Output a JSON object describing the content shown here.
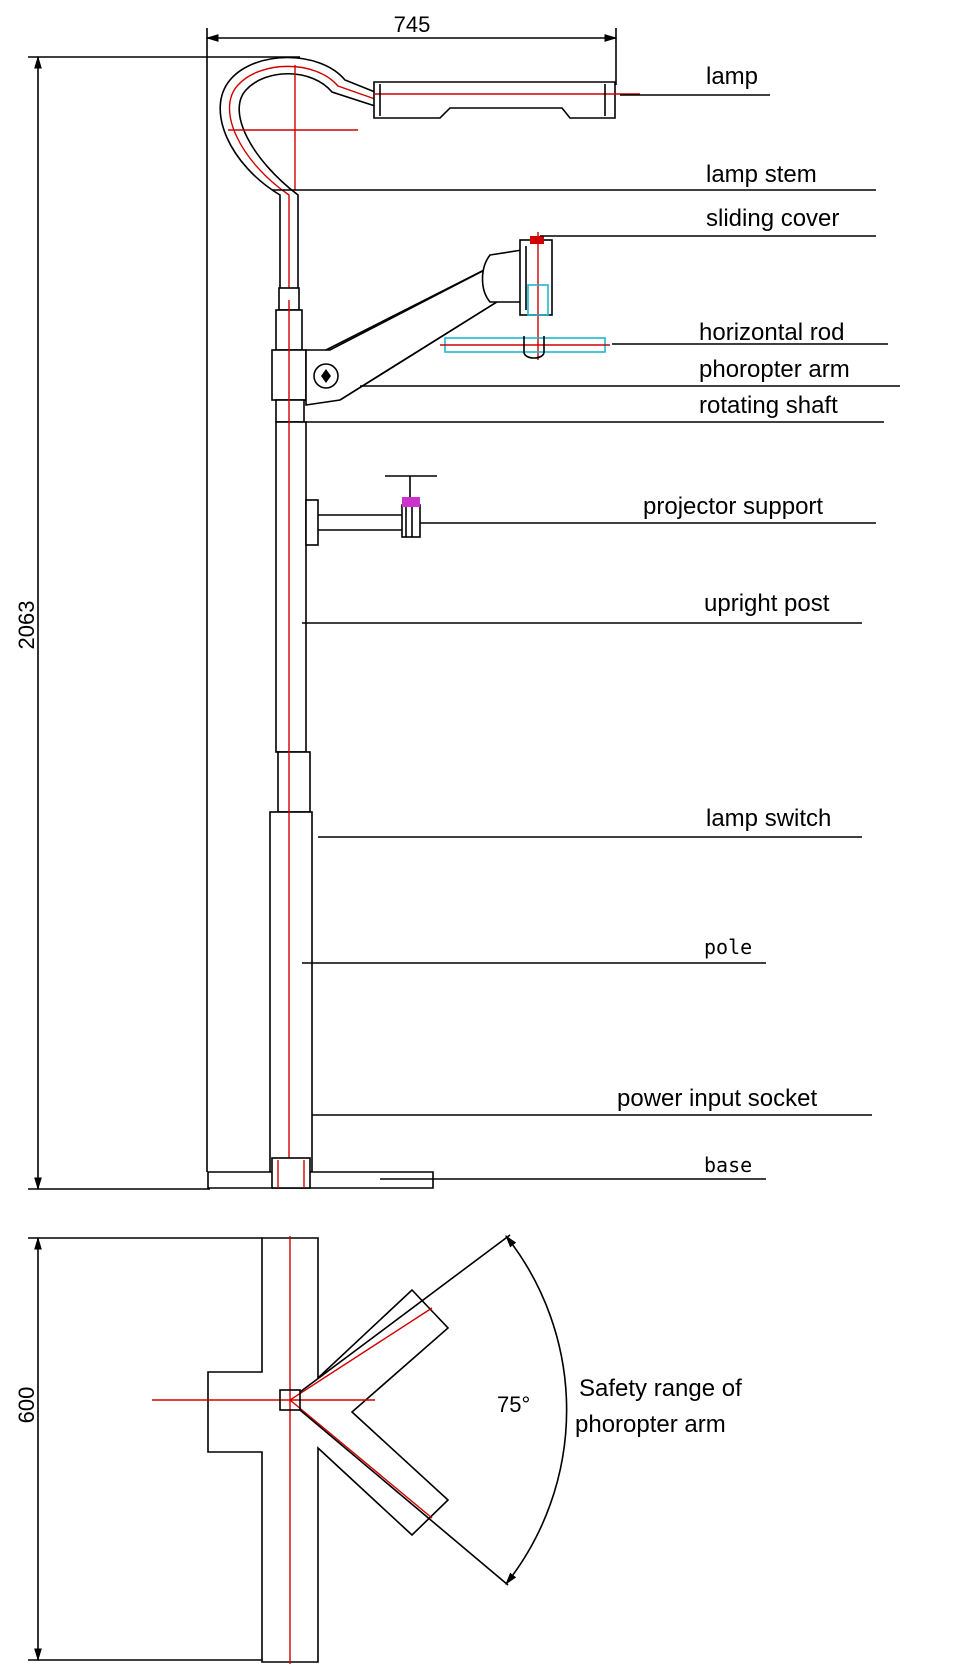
{
  "dimensions": {
    "width_label": "745",
    "height_label": "2063",
    "base_depth_label": "600",
    "angle_label": "75°"
  },
  "labels": {
    "lamp": "lamp",
    "lamp_stem": "lamp stem",
    "sliding_cover": "sliding cover",
    "horizontal_rod": "horizontal rod",
    "phoropter_arm": "phoropter arm",
    "rotating_shaft": "rotating shaft",
    "projector_support": "projector support",
    "upright_post": "upright post",
    "lamp_switch": "lamp switch",
    "pole": "pole",
    "power_input_socket": "power input socket",
    "base": "base"
  },
  "safety_note": {
    "line1": "Safety range of",
    "line2": "phoropter arm"
  },
  "colors": {
    "line": "#000000",
    "centerline": "#d00000",
    "rod": "#1fb7c9",
    "accent": "#cc33cc"
  }
}
